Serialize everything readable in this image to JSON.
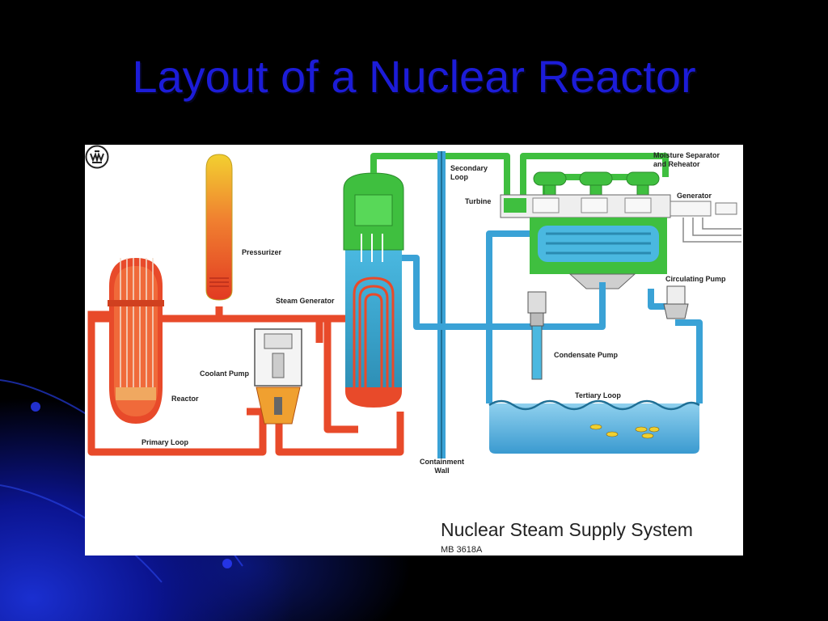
{
  "slide": {
    "title": "Layout of a Nuclear Reactor"
  },
  "diagram": {
    "caption": "Nuclear Steam Supply System",
    "code": "MB 3618A",
    "labels": {
      "pressurizer": "Pressurizer",
      "steam_generator": "Steam Generator",
      "coolant_pump": "Coolant Pump",
      "reactor": "Reactor",
      "primary_loop": "Primary Loop",
      "secondary_loop": "Secondary\nLoop",
      "turbine": "Turbine",
      "moisture_separator": "Moisture Separator\nand Reheator",
      "generator": "Generator",
      "circulating_pump": "Circulating Pump",
      "condensate_pump": "Condensate Pump",
      "tertiary_loop": "Tertiary Loop",
      "containment_wall": "Containment\nWall"
    }
  },
  "colors": {
    "primary": "#e84a2a",
    "secondary": "#3fbf3f",
    "tertiary": "#3aa2d6",
    "title": "#1c1cd8"
  }
}
